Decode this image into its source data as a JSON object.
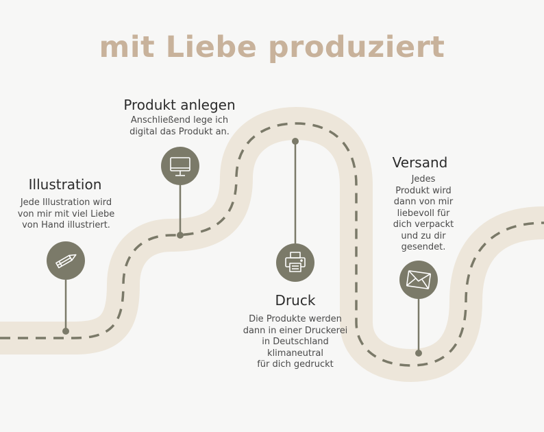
{
  "page": {
    "title": "mit Liebe produziert",
    "colors": {
      "background": "#f7f7f6",
      "title": "#c8b29b",
      "road": "#ede6da",
      "dash": "#7a7968",
      "marker": "#7b7a69",
      "icon": "#ffffff"
    }
  },
  "steps": [
    {
      "title": "Illustration",
      "description_lines": [
        "Jede Illustration wird",
        "von mir mit viel Liebe",
        "von Hand illustriert."
      ],
      "icon": "pencil-icon"
    },
    {
      "title": "Produkt anlegen",
      "description_lines": [
        "Anschließend lege ich",
        "digital das Produkt an."
      ],
      "icon": "monitor-icon"
    },
    {
      "title": "Druck",
      "description_lines": [
        "Die Produkte werden",
        "dann in einer Druckerei",
        "in Deutschland",
        "klimaneutral",
        "für dich gedruckt"
      ],
      "icon": "printer-icon"
    },
    {
      "title": "Versand",
      "description_lines": [
        "Jedes",
        "Produkt wird",
        "dann von mir",
        "liebevoll für",
        "dich verpackt",
        "und zu dir",
        "gesendet."
      ],
      "icon": "envelope-icon"
    }
  ]
}
